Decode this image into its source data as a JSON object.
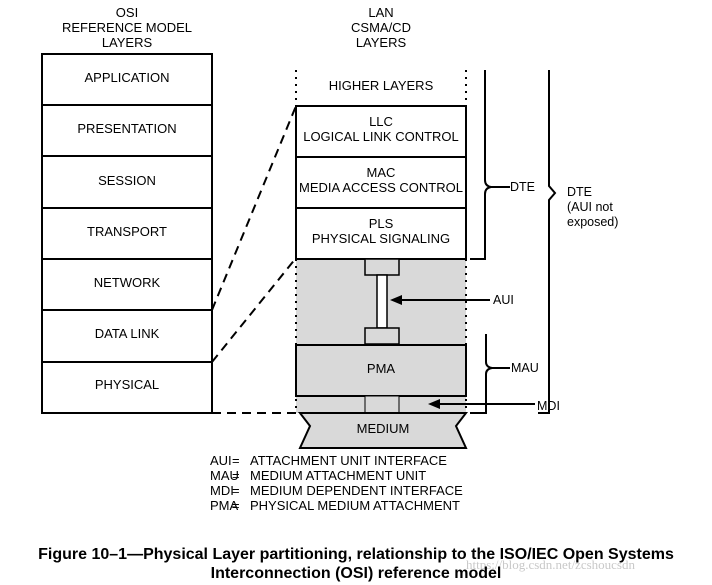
{
  "osi_header": [
    "OSI",
    "REFERENCE MODEL",
    "LAYERS"
  ],
  "osi_layers": [
    "APPLICATION",
    "PRESENTATION",
    "SESSION",
    "TRANSPORT",
    "NETWORK",
    "DATA LINK",
    "PHYSICAL"
  ],
  "lan_header": [
    "LAN",
    "CSMA/CD",
    "LAYERS"
  ],
  "higher_layers": "HIGHER LAYERS",
  "llc": [
    "LLC",
    "LOGICAL LINK CONTROL"
  ],
  "mac": [
    "MAC",
    "MEDIA ACCESS CONTROL"
  ],
  "pls": [
    "PLS",
    "PHYSICAL SIGNALING"
  ],
  "pma": "PMA",
  "medium": "MEDIUM",
  "labels": {
    "aui": "AUI",
    "mau": "MAU",
    "mdi": "MDI",
    "dte": "DTE",
    "dte_outer": [
      "DTE",
      "(AUI not",
      "exposed)"
    ]
  },
  "legend": [
    {
      "abbr": "AUI",
      "eq": "=",
      "def": "ATTACHMENT UNIT INTERFACE"
    },
    {
      "abbr": "MAU",
      "eq": "=",
      "def": "MEDIUM ATTACHMENT UNIT"
    },
    {
      "abbr": "MDI",
      "eq": "=",
      "def": "MEDIUM DEPENDENT INTERFACE"
    },
    {
      "abbr": "PMA",
      "eq": "=",
      "def": "PHYSICAL MEDIUM ATTACHMENT"
    }
  ],
  "caption": [
    "Figure 10–1—Physical Layer partitioning, relationship to the ISO/IEC Open Systems",
    "Interconnection (OSI) reference model"
  ],
  "watermark": "https://blog.csdn.net/zcshoucsdn"
}
